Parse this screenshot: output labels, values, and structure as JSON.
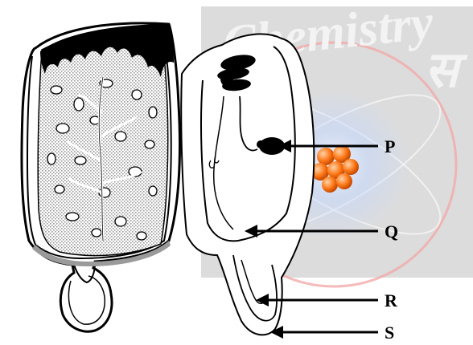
{
  "watermark": {
    "text": "Chemistry",
    "glyph": "स",
    "panel_color": "#d9d9d9",
    "ring_color": "#e98a8a",
    "core_color": "#ff7a1a",
    "glow_color": "#c4d8ff"
  },
  "labels": [
    {
      "id": "P",
      "text": "P"
    },
    {
      "id": "Q",
      "text": "Q"
    },
    {
      "id": "R",
      "text": "R"
    },
    {
      "id": "S",
      "text": "S"
    }
  ],
  "colors": {
    "ink": "#000000",
    "stipple": "#bdbdbd",
    "cavity": "#ffffff"
  }
}
